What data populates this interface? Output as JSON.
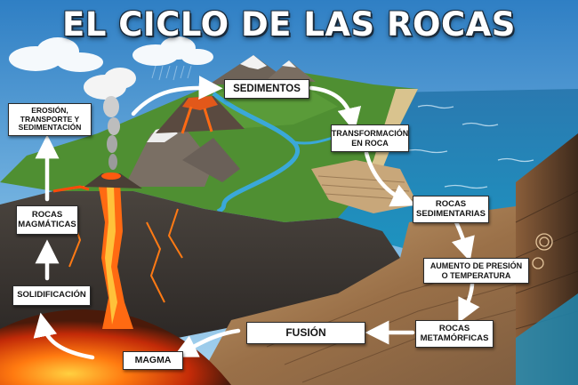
{
  "title": "EL CICLO DE LAS ROCAS",
  "stages": {
    "sedimentos": "SEDIMENTOS",
    "transformacion": "TRANSFORMACIÓN\nEN ROCA",
    "sedimentarias": "ROCAS\nSEDIMENTARIAS",
    "aumento": "AUMENTO DE PRESIÓN\nO TEMPERATURA",
    "metamorficas": "ROCAS\nMETAMÓRFICAS",
    "fusion": "FUSIÓN",
    "magma": "MAGMA",
    "solidificacion": "SOLIDIFICACIÓN",
    "magmaticas": "ROCAS\nMAGMÁTICAS",
    "erosion": "EROSIÓN,\nTRANSPORTE Y\nSEDIMENTACIÓN"
  },
  "colors": {
    "sky_top": "#2f7fc4",
    "sky_bottom": "#a8d3ee",
    "ocean": "#1f86b8",
    "grass": "#4f8f32",
    "rock_dark": "#3a3632",
    "strata": "#b08a5e",
    "lava": "#ff5a10",
    "magma_glow": "#ffb020",
    "box_fill": "#ffffff",
    "arrow": "#ffffff"
  }
}
